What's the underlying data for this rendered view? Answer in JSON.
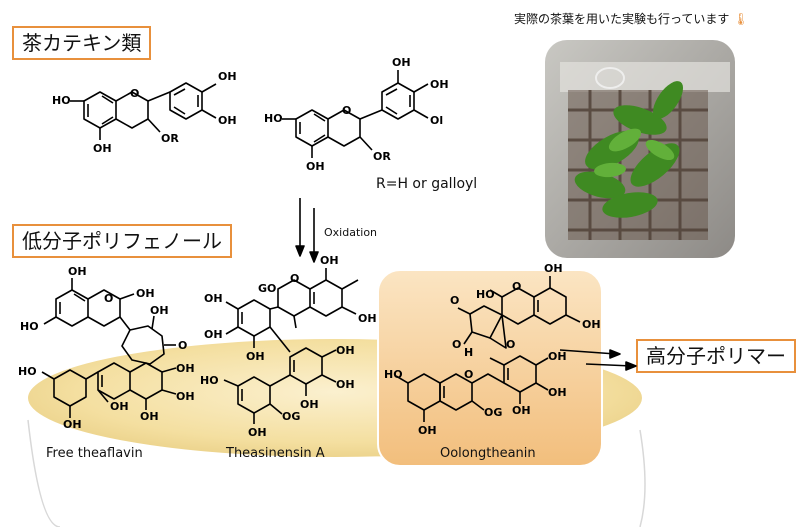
{
  "sections": {
    "catechins_label": "茶カテキン類",
    "low_poly_label": "低分子ポリフェノール",
    "high_poly_label": "高分子ポリマー"
  },
  "photo": {
    "caption": "実際の茶葉を用いた実験も行っています"
  },
  "reaction": {
    "r_group": "R=H or galloyl",
    "arrow_label": "Oxidation"
  },
  "compounds": {
    "theaflavin": "Free theaflavin",
    "theasinensin": "Theasinensin A",
    "oolongtheanin": "Oolongtheanin"
  },
  "atoms": {
    "oh": "OH",
    "ho": "HO",
    "or": "OR",
    "og": "OG",
    "go": "GO",
    "o": "O",
    "ol": "Ol",
    "h": "H"
  },
  "colors": {
    "accent": "#e8903c",
    "highlight": "#f5c98a",
    "disc": "#f4dfa0"
  }
}
